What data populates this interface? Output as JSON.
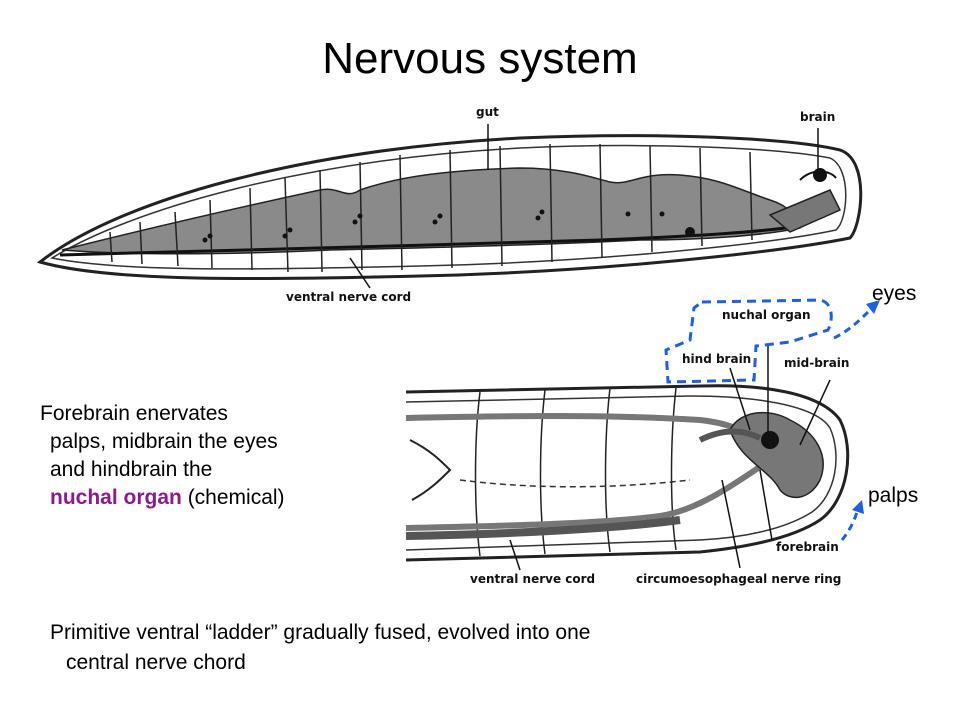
{
  "title": "Nervous system",
  "top_diagram": {
    "labels": {
      "gut": "gut",
      "brain": "brain",
      "ventral_nerve_cord": "ventral nerve cord"
    }
  },
  "bottom_diagram": {
    "labels": {
      "nuchal_organ": "nuchal organ",
      "hind_brain": "hind brain",
      "mid_brain": "mid-brain",
      "forebrain": "forebrain",
      "ventral_nerve_cord": "ventral nerve cord",
      "circumoesophageal": "circumoesophageal nerve ring"
    }
  },
  "annotations": {
    "eyes": "eyes",
    "palps": "palps"
  },
  "paragraph1": {
    "line1": "Forebrain enervates",
    "line2": "palps, midbrain the eyes",
    "line3": "and hindbrain the",
    "line4_highlight": "nuchal organ",
    "line4_rest": " (chemical)"
  },
  "paragraph2": {
    "line1": "Primitive ventral “ladder” gradually fused, evolved into one",
    "line2": "central nerve chord"
  },
  "colors": {
    "dashed_blue": "#1f5fe0",
    "highlight_purple": "#8b1a8f",
    "tissue_gray": "#8a8a8a"
  }
}
